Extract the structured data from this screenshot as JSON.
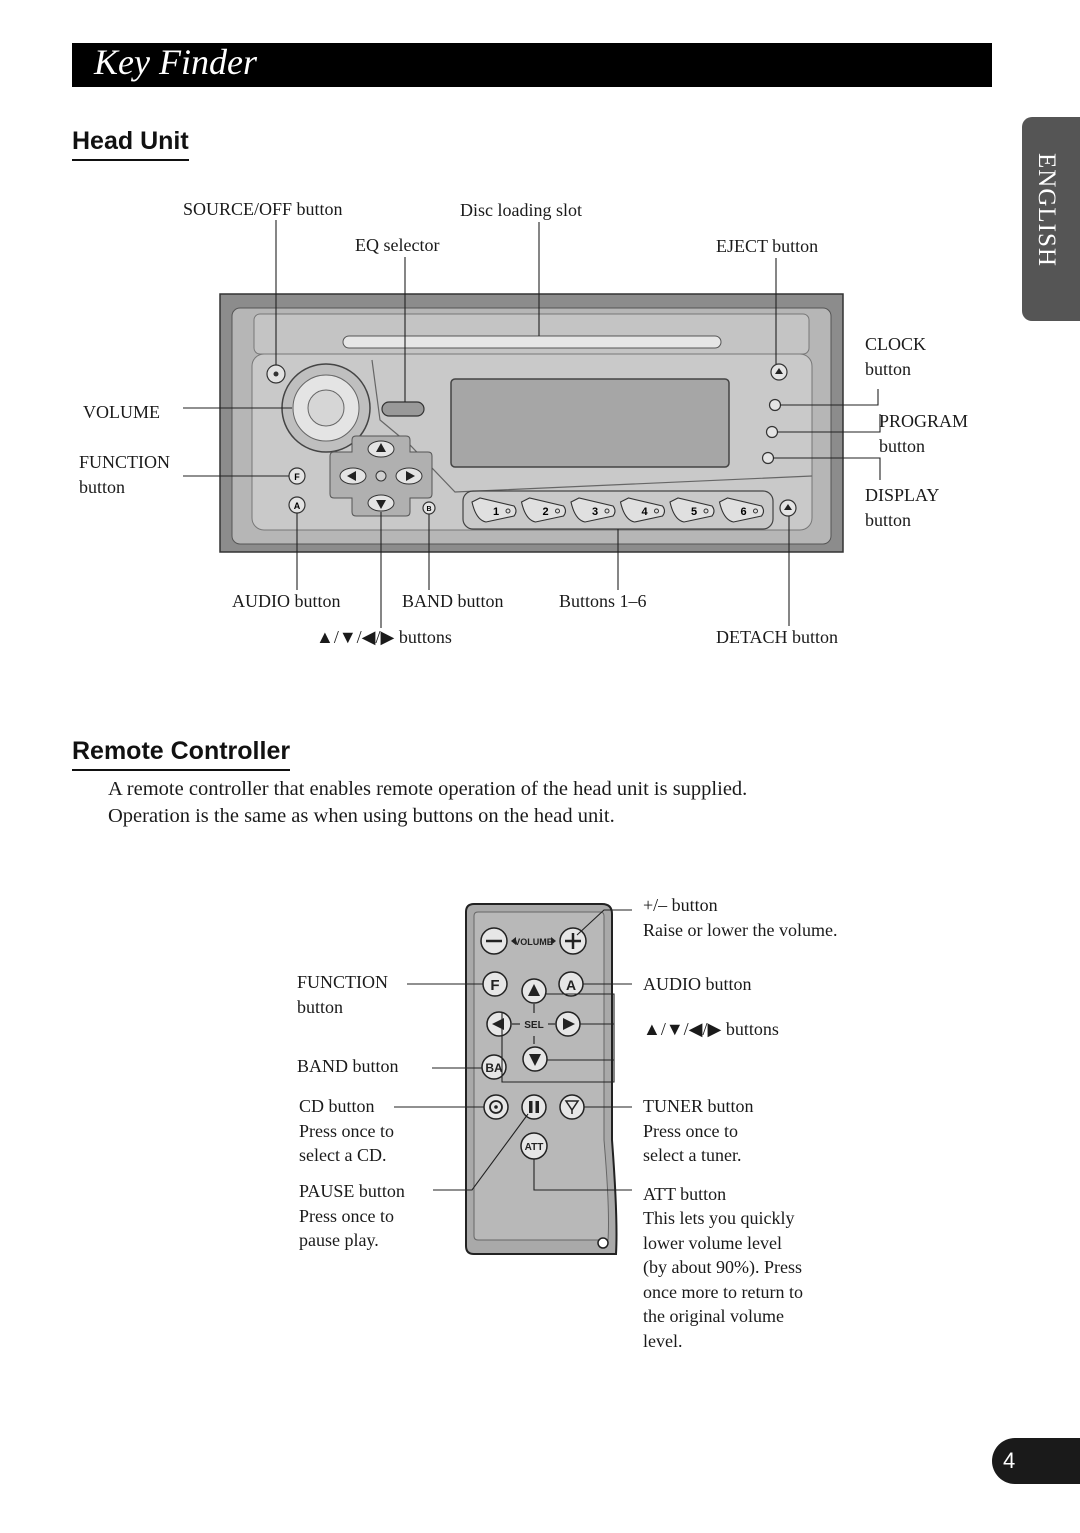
{
  "header": {
    "title": "Key Finder"
  },
  "language_tab": {
    "label": "ENGLISH"
  },
  "head_unit": {
    "heading": "Head Unit",
    "labels": {
      "source_off": "SOURCE/OFF button",
      "disc_slot": "Disc loading slot",
      "eq_selector": "EQ selector",
      "eject": "EJECT button",
      "clock_1": "CLOCK",
      "clock_2": "button",
      "program_1": "PROGRAM",
      "program_2": "button",
      "display_1": "DISPLAY",
      "display_2": "button",
      "volume": "VOLUME",
      "function_1": "FUNCTION",
      "function_2": "button",
      "audio": "AUDIO button",
      "band": "BAND button",
      "buttons_1_6": "Buttons 1–6",
      "arrows": "▲/▼/◀/▶ buttons",
      "detach": "DETACH button"
    },
    "preset_numbers": [
      "1",
      "2",
      "3",
      "4",
      "5",
      "6"
    ],
    "button_letters": {
      "f": "F",
      "a": "A",
      "b": "B"
    }
  },
  "remote": {
    "heading": "Remote Controller",
    "intro_1": "A remote controller that enables remote operation of the head unit is supplied.",
    "intro_2": "Operation is the same as when using buttons on the head unit.",
    "labels": {
      "plus_minus": "+/– button",
      "plus_minus_desc": "Raise or lower the volume.",
      "function_1": "FUNCTION",
      "function_2": "button",
      "audio": "AUDIO button",
      "arrows": "▲/▼/◀/▶ buttons",
      "band": "BAND button",
      "cd": "CD button",
      "cd_desc_1": "Press once to",
      "cd_desc_2": "select a CD.",
      "tuner": "TUNER button",
      "tuner_desc_1": "Press once to",
      "tuner_desc_2": "select a tuner.",
      "pause": "PAUSE button",
      "pause_desc_1": "Press once to",
      "pause_desc_2": "pause play.",
      "att": "ATT button",
      "att_desc": [
        "This lets you quickly",
        "lower volume level",
        "(by about 90%). Press",
        "once more to return to",
        "the original volume",
        "level."
      ]
    },
    "device_text": {
      "volume": "VOLUME",
      "sel": "SEL",
      "att": "ATT",
      "f": "F",
      "a": "A",
      "ba": "BA"
    }
  },
  "page_number": "4"
}
